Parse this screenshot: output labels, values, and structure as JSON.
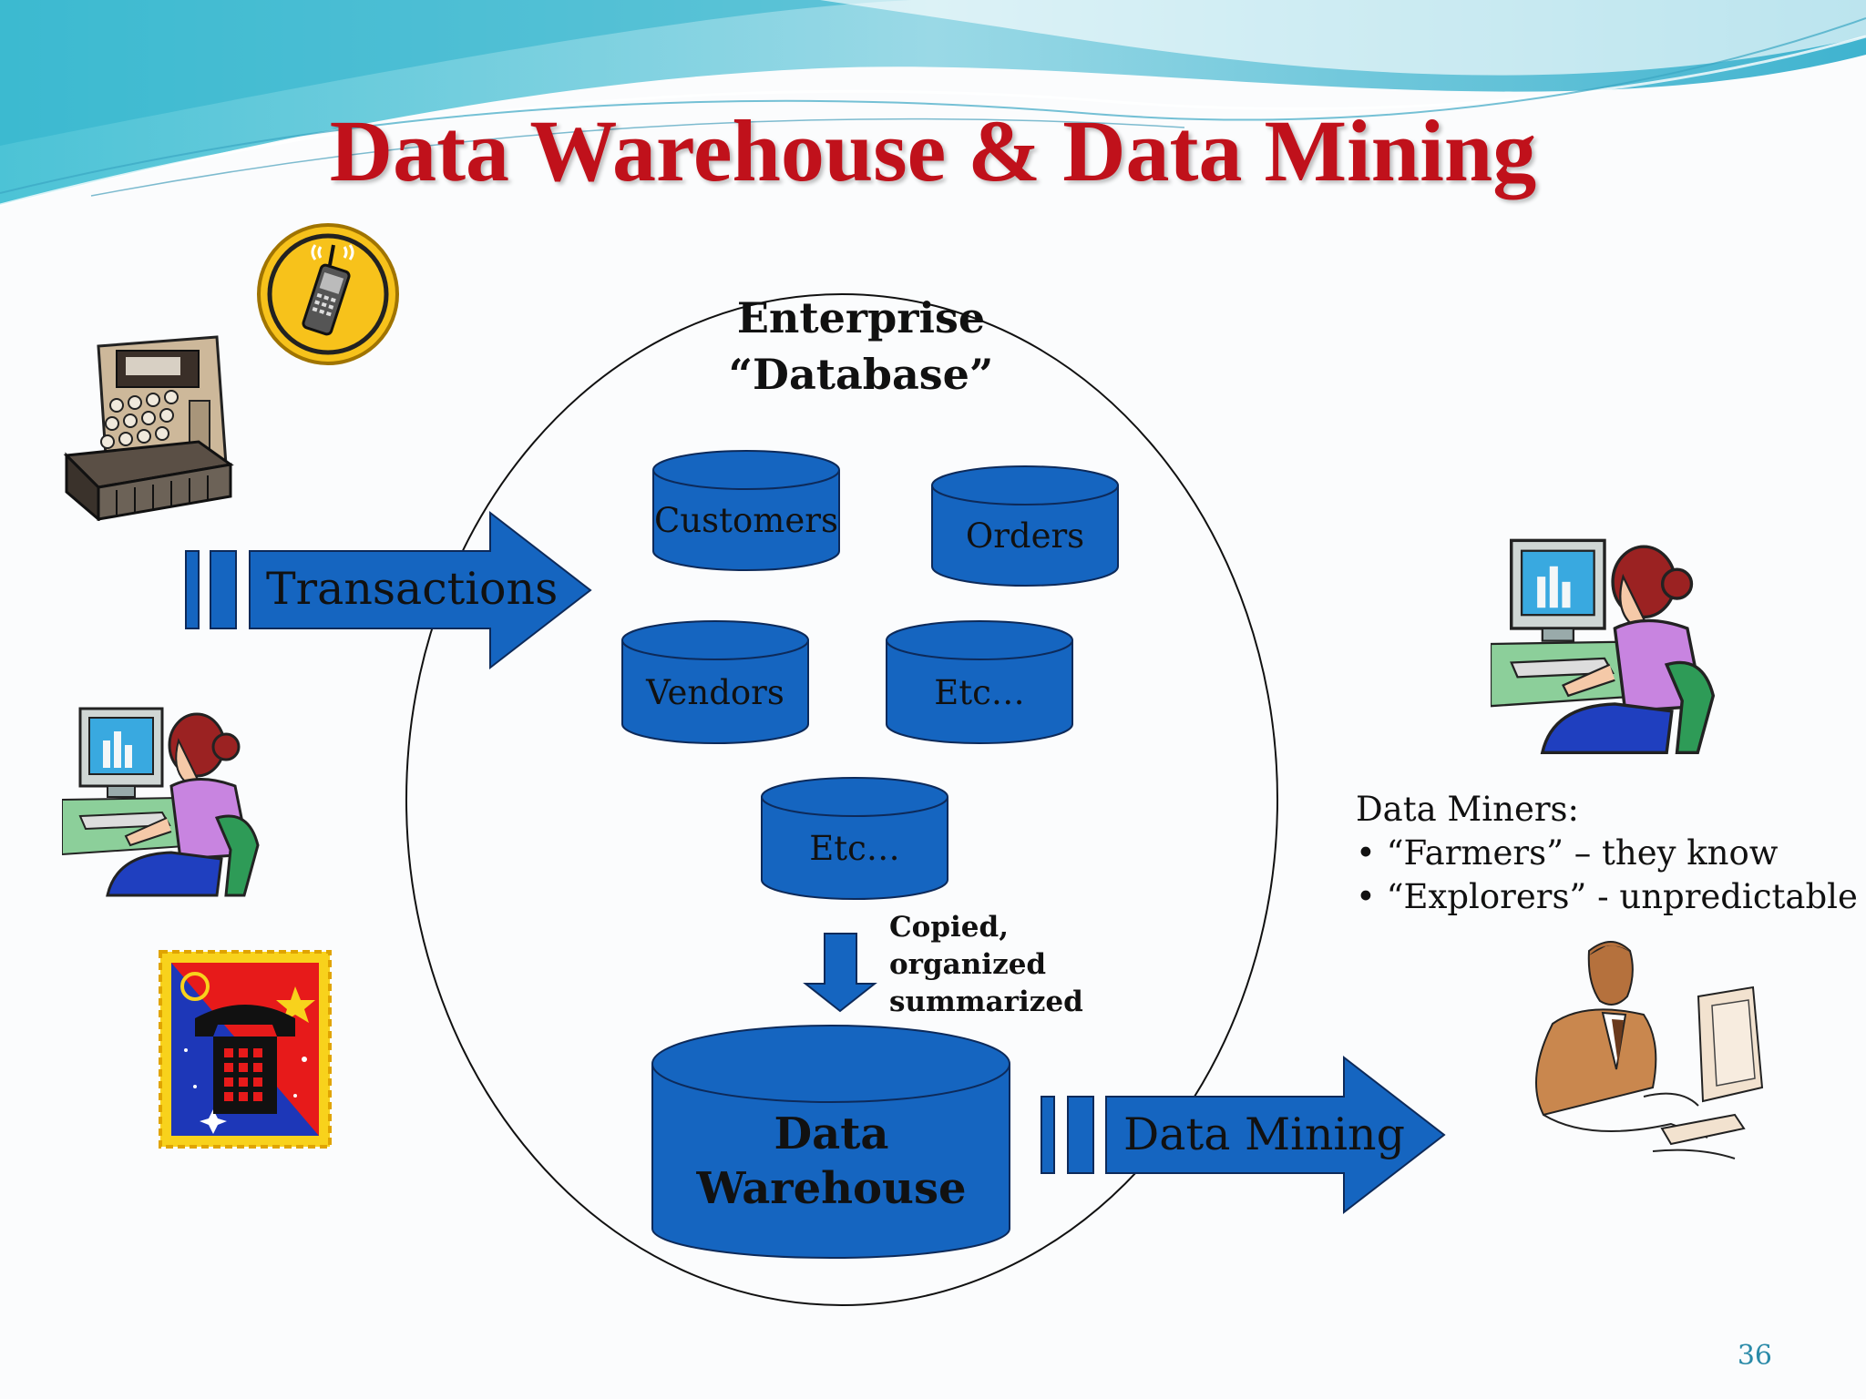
{
  "slide": {
    "title": "Data Warehouse & Data Mining",
    "page_number": "36"
  },
  "enterprise_db": {
    "heading_line1": "Enterprise",
    "heading_line2": "“Database”",
    "databases": [
      "Customers",
      "Orders",
      "Vendors",
      "Etc…",
      "Etc…"
    ]
  },
  "flow": {
    "copied_line1": "Copied,",
    "copied_line2": "organized",
    "copied_line3": "summarized",
    "warehouse_line1": "Data",
    "warehouse_line2": "Warehouse",
    "transactions_label": "Transactions",
    "mining_label": "Data Mining"
  },
  "miners": {
    "heading": "Data Miners:",
    "items": [
      "• “Farmers” – they know",
      "• “Explorers” - unpredictable"
    ]
  },
  "colors": {
    "title": "#c0111b",
    "shape_fill": "#1565c0",
    "shape_stroke": "#0d2a5a",
    "header_wave": "#5bc4db"
  },
  "icons": [
    "cash-register-icon",
    "cellphone-icon",
    "woman-computer-icon",
    "telephone-stamp-icon",
    "man-computer-icon"
  ]
}
